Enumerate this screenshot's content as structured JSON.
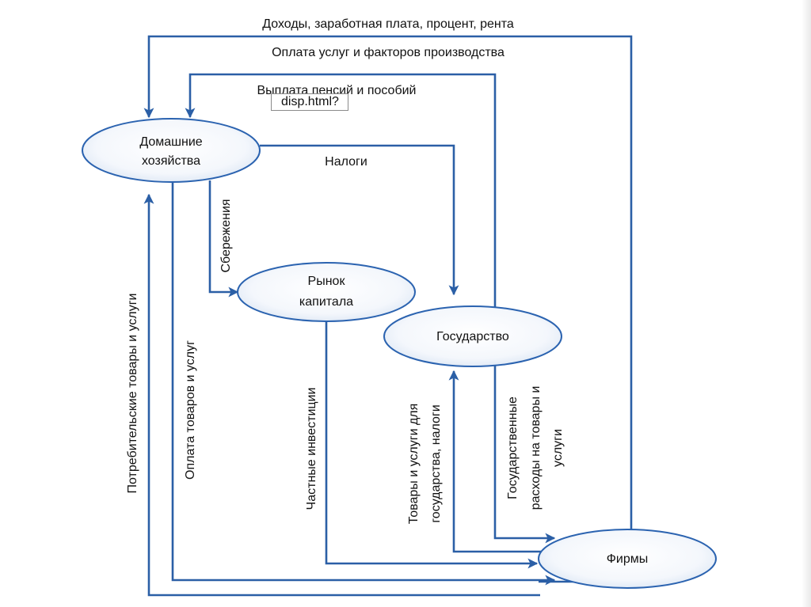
{
  "diagram": {
    "nodes": {
      "households": [
        "Домашние",
        "хозяйства"
      ],
      "capital_market": [
        "Рынок",
        "капитала"
      ],
      "government": "Государство",
      "firms": "Фирмы"
    },
    "labels": {
      "incomes": "Доходы, заработная плата, процент, рента",
      "payment_services": "Оплата услуг и факторов производства",
      "pensions": "Выплата пенсий и пособий",
      "taxes": "Налоги",
      "savings": "Сбережения",
      "consumer_goods": "Потребительские товары и услуги",
      "payment_goods": "Оплата товаров и услуг",
      "private_investment": "Частные инвестиции",
      "goods_for_state": [
        "Товары и услуги для",
        "государства, налоги"
      ],
      "gov_spending": [
        "Государственные",
        "расходы на товары и",
        "услуги"
      ]
    }
  },
  "popup": {
    "text": "disp.html?"
  },
  "colors": {
    "line": "#2b5fa6",
    "node_border": "#2b63b0",
    "node_fill_center": "#ffffff",
    "node_fill_edge": "#dbe6f4"
  }
}
